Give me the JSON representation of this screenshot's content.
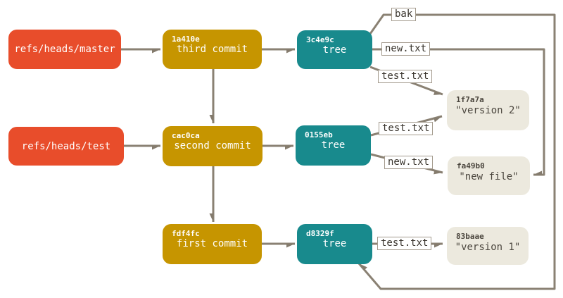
{
  "colors": {
    "background": "#FFFFFF",
    "ref": "#E84D2B",
    "commit": "#C69500",
    "tree": "#188A8D",
    "blob_bg": "#ECE9DE",
    "blob_text": "#4B463E",
    "node_text": "#FFFFFF",
    "line": "#8A8173",
    "arrow": "#847B6D",
    "label_border": "#A39A8D",
    "label_text": "#3A352E"
  },
  "nodes": {
    "ref_master": {
      "label": "refs/heads/master"
    },
    "ref_test": {
      "label": "refs/heads/test"
    },
    "commit_third": {
      "hash": "1a410e",
      "label": "third commit"
    },
    "commit_second": {
      "hash": "cac0ca",
      "label": "second commit"
    },
    "commit_first": {
      "hash": "fdf4fc",
      "label": "first commit"
    },
    "tree_third": {
      "hash": "3c4e9c",
      "label": "tree"
    },
    "tree_second": {
      "hash": "0155eb",
      "label": "tree"
    },
    "tree_first": {
      "hash": "d8329f",
      "label": "tree"
    },
    "blob_version2": {
      "hash": "1f7a7a",
      "label": "\"version 2\""
    },
    "blob_newfile": {
      "hash": "fa49b0",
      "label": "\"new file\""
    },
    "blob_version1": {
      "hash": "83baae",
      "label": "\"version 1\""
    }
  },
  "edge_labels": {
    "bak": "bak",
    "new_txt_top": "new.txt",
    "test_txt_top": "test.txt",
    "test_txt_mid": "test.txt",
    "new_txt_mid": "new.txt",
    "test_txt_bottom": "test.txt"
  }
}
